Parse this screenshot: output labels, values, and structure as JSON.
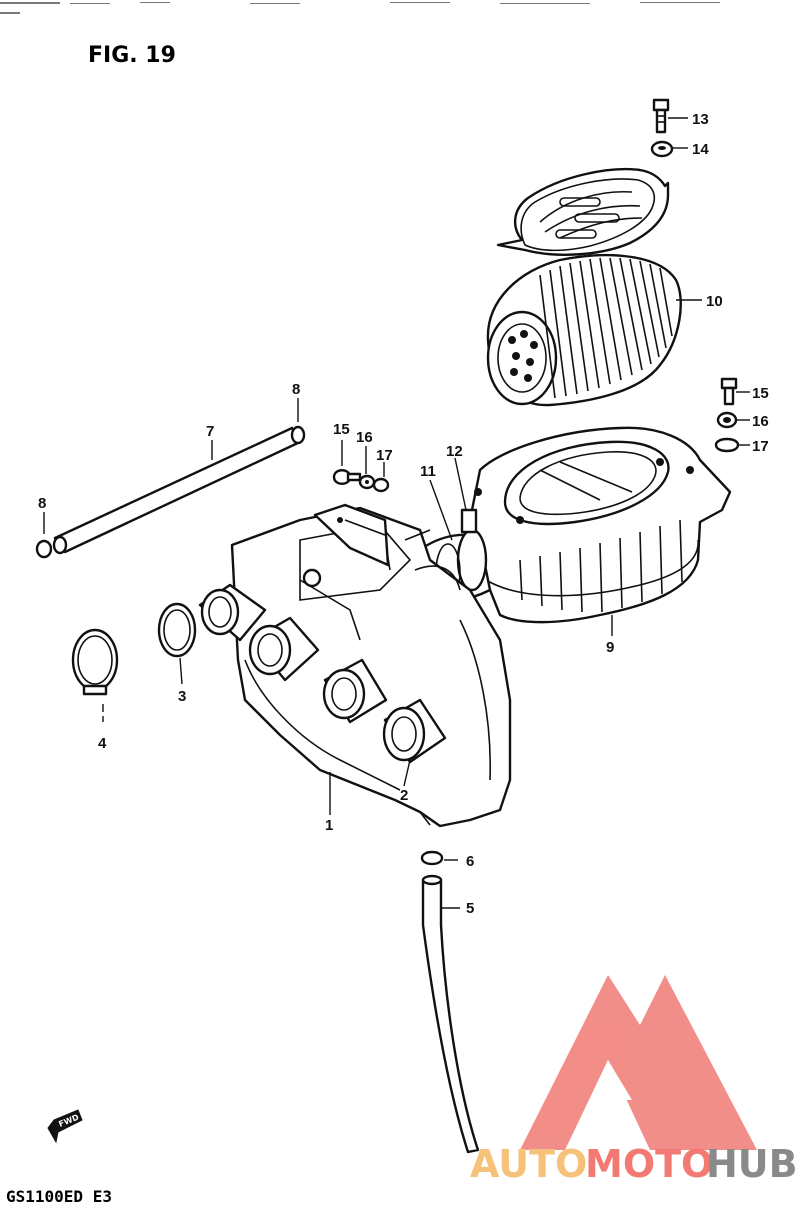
{
  "figure": {
    "title": "FIG. 19",
    "model": "GS1100ED  E3",
    "fwd_label": "FWD"
  },
  "callouts": [
    {
      "id": "c1",
      "text": "1"
    },
    {
      "id": "c2",
      "text": "2"
    },
    {
      "id": "c3",
      "text": "3"
    },
    {
      "id": "c4",
      "text": "4"
    },
    {
      "id": "c5",
      "text": "5"
    },
    {
      "id": "c6",
      "text": "6"
    },
    {
      "id": "c7",
      "text": "7"
    },
    {
      "id": "c8a",
      "text": "8"
    },
    {
      "id": "c8b",
      "text": "8"
    },
    {
      "id": "c9",
      "text": "9"
    },
    {
      "id": "c10",
      "text": "10"
    },
    {
      "id": "c11",
      "text": "11"
    },
    {
      "id": "c12",
      "text": "12"
    },
    {
      "id": "c13",
      "text": "13"
    },
    {
      "id": "c14",
      "text": "14"
    },
    {
      "id": "c15a",
      "text": "15"
    },
    {
      "id": "c15b",
      "text": "15"
    },
    {
      "id": "c16a",
      "text": "16"
    },
    {
      "id": "c16b",
      "text": "16"
    },
    {
      "id": "c17a",
      "text": "17"
    },
    {
      "id": "c17b",
      "text": "17"
    }
  ],
  "watermark": {
    "word1": "AUTO",
    "word2": "MOTO",
    "word3": "HUB",
    "colors": {
      "auto": "#f6c27a",
      "moto": "#f27a73",
      "hub": "#8a8a8a",
      "logo": "#f07a74"
    }
  }
}
